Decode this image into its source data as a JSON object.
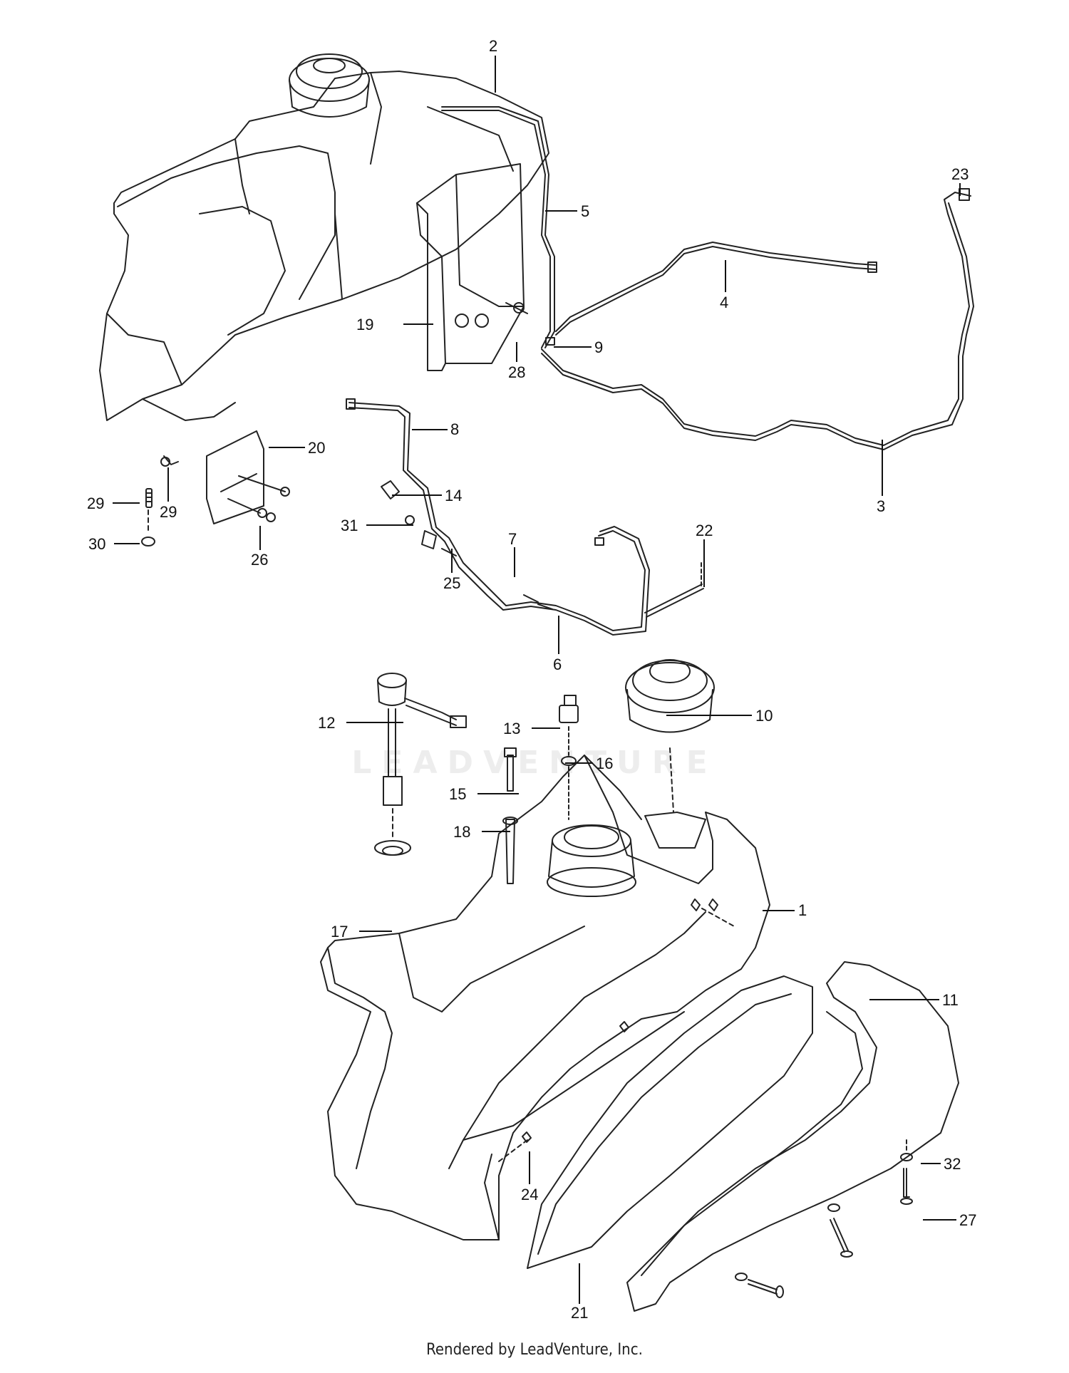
{
  "callouts": [
    {
      "id": "c1",
      "label": "1"
    },
    {
      "id": "c2",
      "label": "2"
    },
    {
      "id": "c3",
      "label": "3"
    },
    {
      "id": "c4",
      "label": "4"
    },
    {
      "id": "c5",
      "label": "5"
    },
    {
      "id": "c6",
      "label": "6"
    },
    {
      "id": "c7",
      "label": "7"
    },
    {
      "id": "c8",
      "label": "8"
    },
    {
      "id": "c9",
      "label": "9"
    },
    {
      "id": "c10",
      "label": "10"
    },
    {
      "id": "c11",
      "label": "11"
    },
    {
      "id": "c12",
      "label": "12"
    },
    {
      "id": "c13",
      "label": "13"
    },
    {
      "id": "c14",
      "label": "14"
    },
    {
      "id": "c15",
      "label": "15"
    },
    {
      "id": "c16",
      "label": "16"
    },
    {
      "id": "c17",
      "label": "17"
    },
    {
      "id": "c18",
      "label": "18"
    },
    {
      "id": "c19",
      "label": "19"
    },
    {
      "id": "c20",
      "label": "20"
    },
    {
      "id": "c21",
      "label": "21"
    },
    {
      "id": "c22",
      "label": "22"
    },
    {
      "id": "c23",
      "label": "23"
    },
    {
      "id": "c24",
      "label": "24"
    },
    {
      "id": "c25",
      "label": "25"
    },
    {
      "id": "c26",
      "label": "26"
    },
    {
      "id": "c27",
      "label": "27"
    },
    {
      "id": "c28",
      "label": "28"
    },
    {
      "id": "c29a",
      "label": "29"
    },
    {
      "id": "c29b",
      "label": "29"
    },
    {
      "id": "c30",
      "label": "30"
    },
    {
      "id": "c31",
      "label": "31"
    },
    {
      "id": "c32",
      "label": "32"
    }
  ],
  "watermark": {
    "text": "LEADVENTURE"
  },
  "footer": {
    "text": "Rendered by LeadVenture, Inc."
  }
}
